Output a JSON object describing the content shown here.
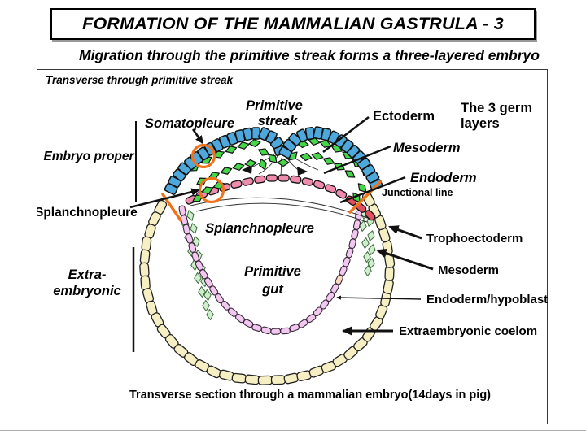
{
  "title": "FORMATION OF THE MAMMALIAN GASTRULA - 3",
  "subtitle": "Migration through the primitive streak forms a three-layered embryo",
  "diagram": {
    "note": "Transverse through primitive streak",
    "caption": "Transverse section through a mammalian embryo(14days in pig)",
    "labels": {
      "somatopleure": "Somatopleure",
      "primitive_streak": [
        "Primitive",
        "streak"
      ],
      "ectoderm": "Ectoderm",
      "germ_layers": [
        "The 3 germ",
        "layers"
      ],
      "mesoderm": "Mesoderm",
      "endoderm": "Endoderm",
      "junctional_line": "Junctional line",
      "embryo_proper": "Embryo proper",
      "splanchnopleure": "Splanchnopleure",
      "splanchnopleure_inner": "Splanchnopleure",
      "extraembryonic": [
        "Extra-",
        "embryonic"
      ],
      "primitive_gut": [
        "Primitive",
        "gut"
      ],
      "trophoectoderm": "Trophoectoderm",
      "mesoderm_right": "Mesoderm",
      "endoderm_hypoblast": "Endoderm/hypoblast",
      "extraembryonic_coelom": "Extraembryonic coelom"
    },
    "colors": {
      "ectoderm_blue": "#4FA8DC",
      "mesoderm_green": "#45D64A",
      "mesoderm_pale": "#CDEFCB",
      "endoderm_pink": "#F08BAE",
      "endoderm_red": "#E25060",
      "hypoblast_violet": "#F2C8F0",
      "trophoectoderm_cream": "#F6EFC4",
      "peach": "#F6D9BF",
      "highlight_orange": "#F0731C"
    }
  }
}
